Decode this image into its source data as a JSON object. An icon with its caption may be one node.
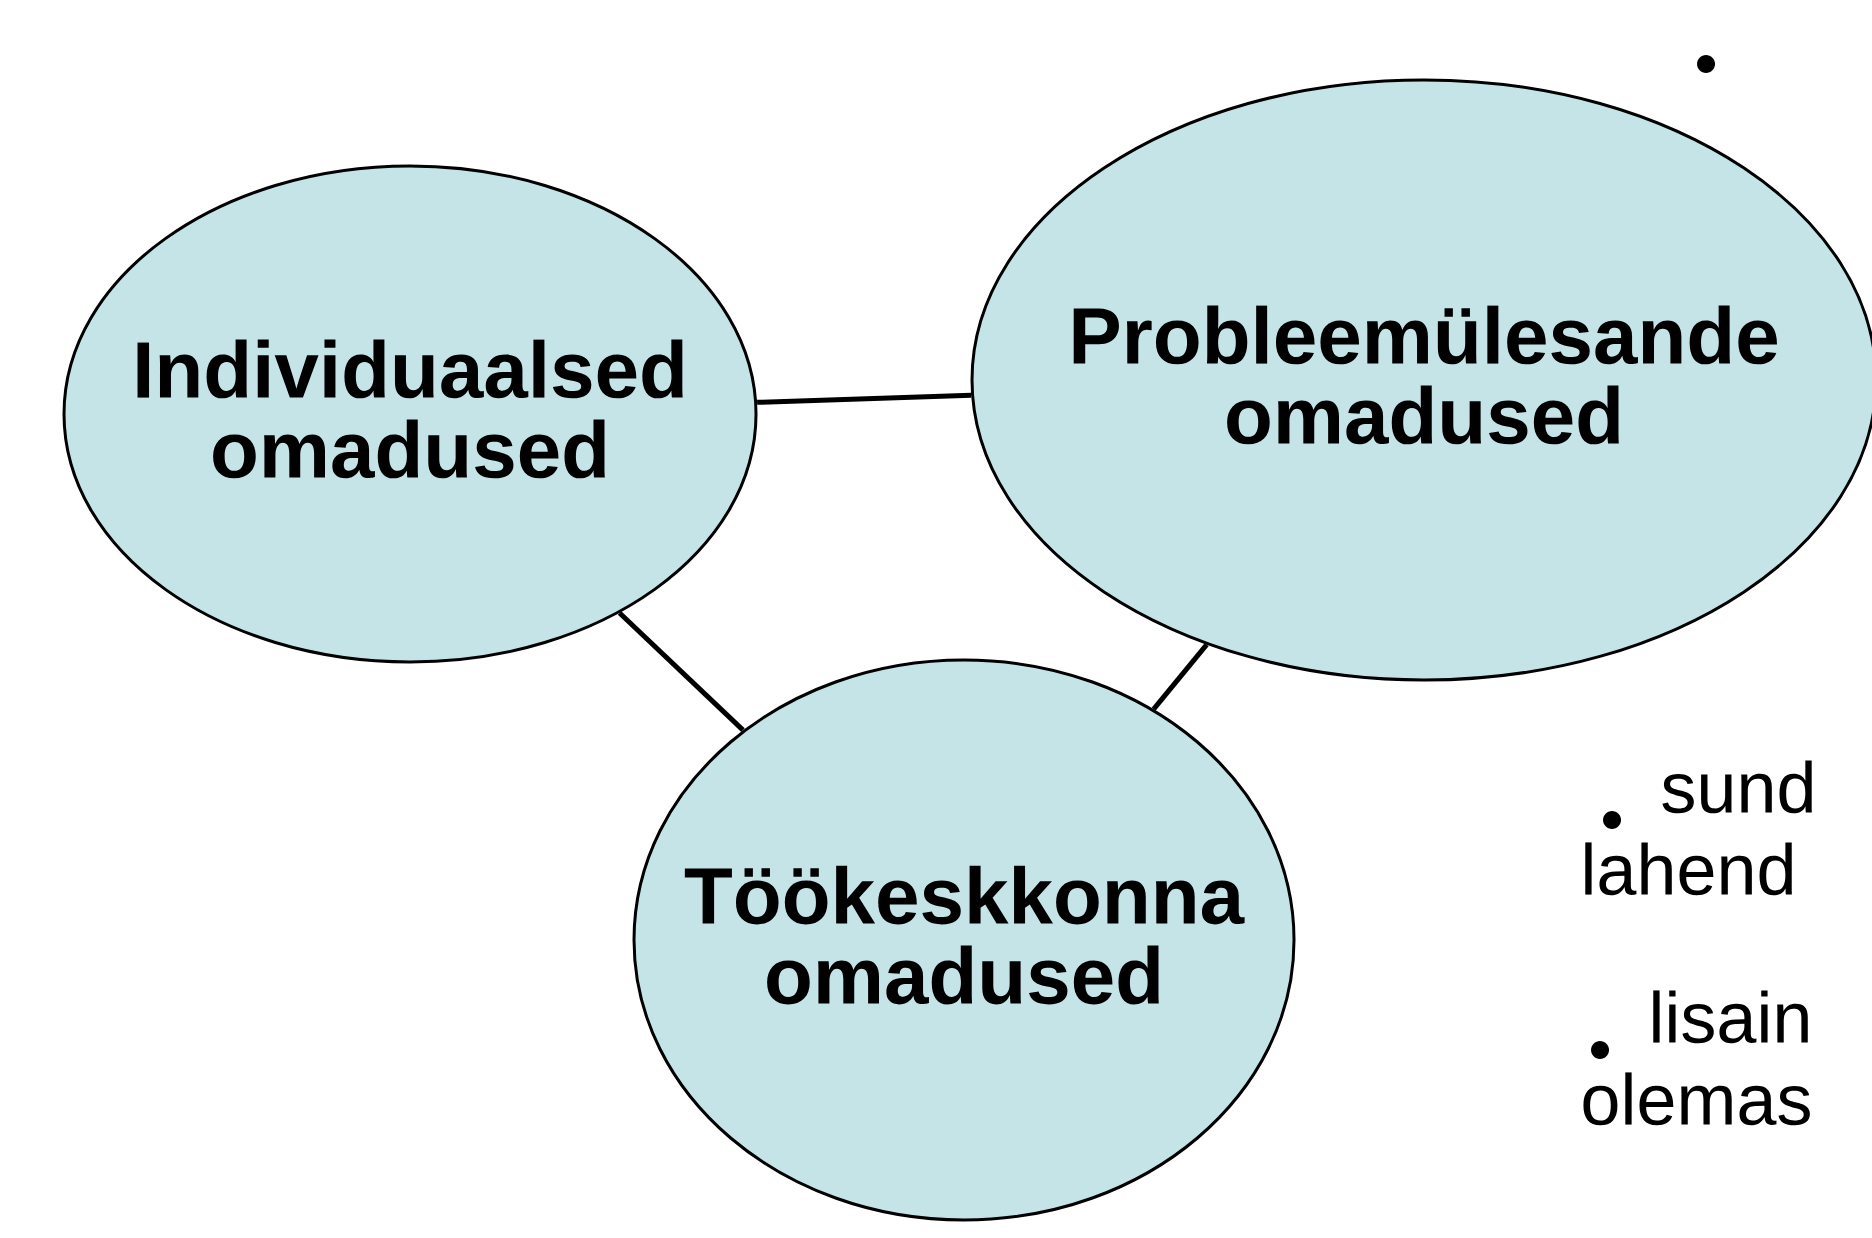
{
  "diagram": {
    "nodes": [
      {
        "text": [
          "Individuaalsed omadused"
        ]
      },
      {
        "text": [
          "Probleemülesande omadused"
        ]
      },
      {
        "text": [
          "Töökeskkonna omadused"
        ]
      }
    ],
    "edges": [
      {
        "from": 0,
        "to": 1,
        "arrow": "none"
      },
      {
        "from": 0,
        "to": 2,
        "arrow": "none"
      },
      {
        "from": 1,
        "to": 2,
        "arrow": "none"
      }
    ],
    "labels": [
      "sund lahend",
      "lisain olemas"
    ]
  }
}
